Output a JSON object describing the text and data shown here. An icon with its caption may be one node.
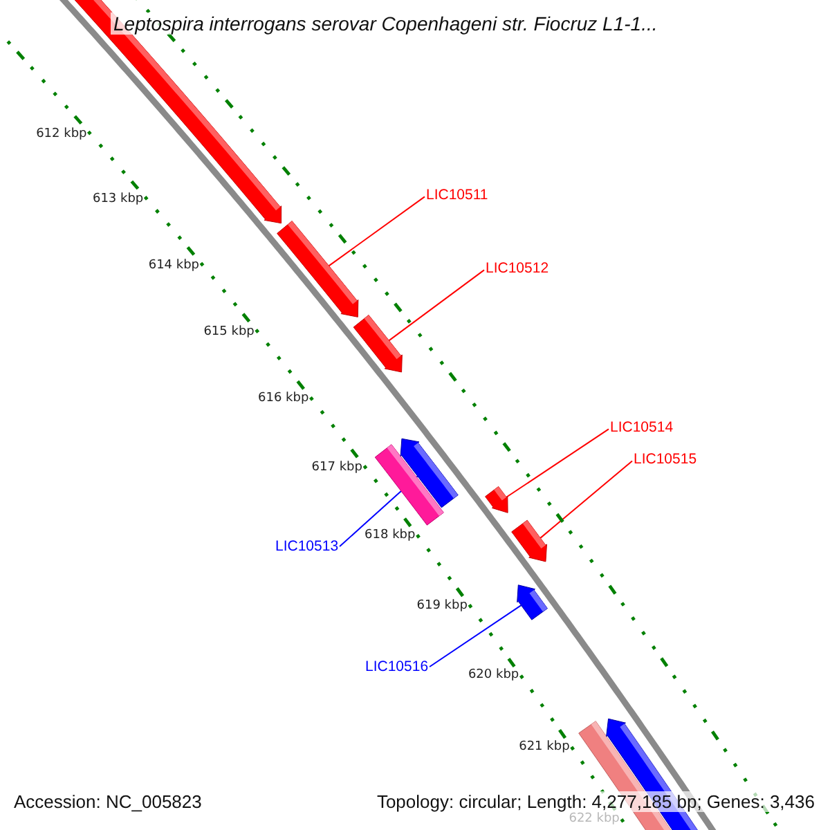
{
  "diagram": {
    "title": "Leptospira interrogans serovar Copenhageni str. Fiocruz L1-1...",
    "nodes": [
      {
        "text": [
          "LIC10511"
        ]
      },
      {
        "text": [
          "LIC10512"
        ]
      },
      {
        "text": [
          "LIC10514"
        ]
      },
      {
        "text": [
          "LIC10515"
        ]
      },
      {
        "text": [
          "LIC10513"
        ]
      },
      {
        "text": [
          "LIC10516"
        ]
      },
      {
        "text": [],
        "shape": "arrow"
      },
      {
        "text": [],
        "shape": "arrow"
      },
      {
        "text": [],
        "shape": "arrow"
      },
      {
        "text": [],
        "shape": "arrow"
      },
      {
        "text": [],
        "shape": "arrow"
      },
      {
        "text": [],
        "shape": "arrow"
      }
    ],
    "edges": [
      {
        "from": 0,
        "to": 6,
        "arrow": "none"
      },
      {
        "from": 1,
        "to": 7,
        "arrow": "none"
      },
      {
        "from": 2,
        "to": 9,
        "arrow": "none"
      },
      {
        "from": 3,
        "to": 10,
        "arrow": "none"
      },
      {
        "from": 4,
        "to": 8,
        "arrow": "none",
        "color": "#0000ff"
      },
      {
        "from": 5,
        "to": 11,
        "arrow": "none",
        "color": "#0000ff"
      }
    ],
    "labels": [
      "612 kbp",
      "613 kbp",
      "614 kbp",
      "615 kbp",
      "616 kbp",
      "617 kbp",
      "618 kbp",
      "619 kbp",
      "620 kbp",
      "621 kbp",
      "622 kbp",
      "Accession: NC_005823",
      "Topology: circular; Length: 4,277,185 bp; Genes: 3,436"
    ]
  }
}
